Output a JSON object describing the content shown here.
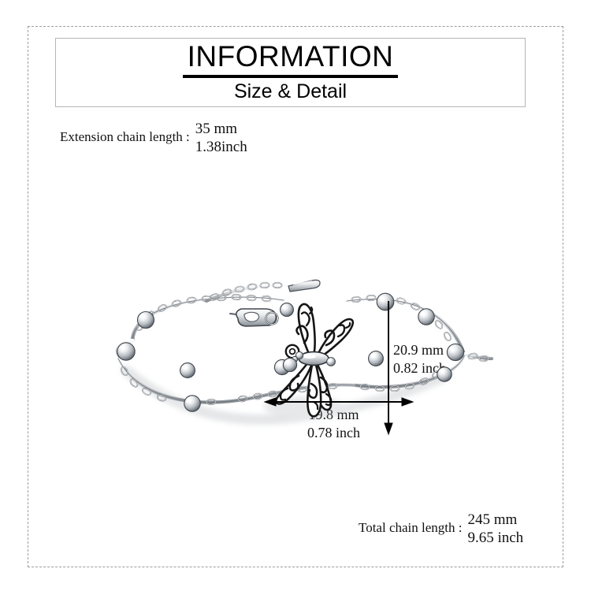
{
  "page": {
    "background_color": "#ffffff",
    "frame_color": "#9d9d9d"
  },
  "header": {
    "title": "INFORMATION",
    "subtitle": "Size & Detail",
    "border_color": "#b6b6b6"
  },
  "specs": [
    {
      "id": "extension-chain-length",
      "label": "Extension chain length :",
      "value_mm": "35 mm",
      "value_inch": "1.38inch"
    },
    {
      "id": "total-chain-length",
      "label": "Total chain length :",
      "value_mm": "245 mm",
      "value_inch": "9.65 inch"
    }
  ],
  "dimensions": {
    "height": {
      "value_mm": "20.9 mm",
      "value_inch": "0.82 inch"
    },
    "width": {
      "value_mm": "19.8 mm",
      "value_inch": "0.78 inch"
    }
  },
  "product": {
    "type": "dragonfly-filigree-bead-chain-bracelet",
    "metal_color": "#d9dcdf",
    "outline_color": "#1a1a1a"
  }
}
